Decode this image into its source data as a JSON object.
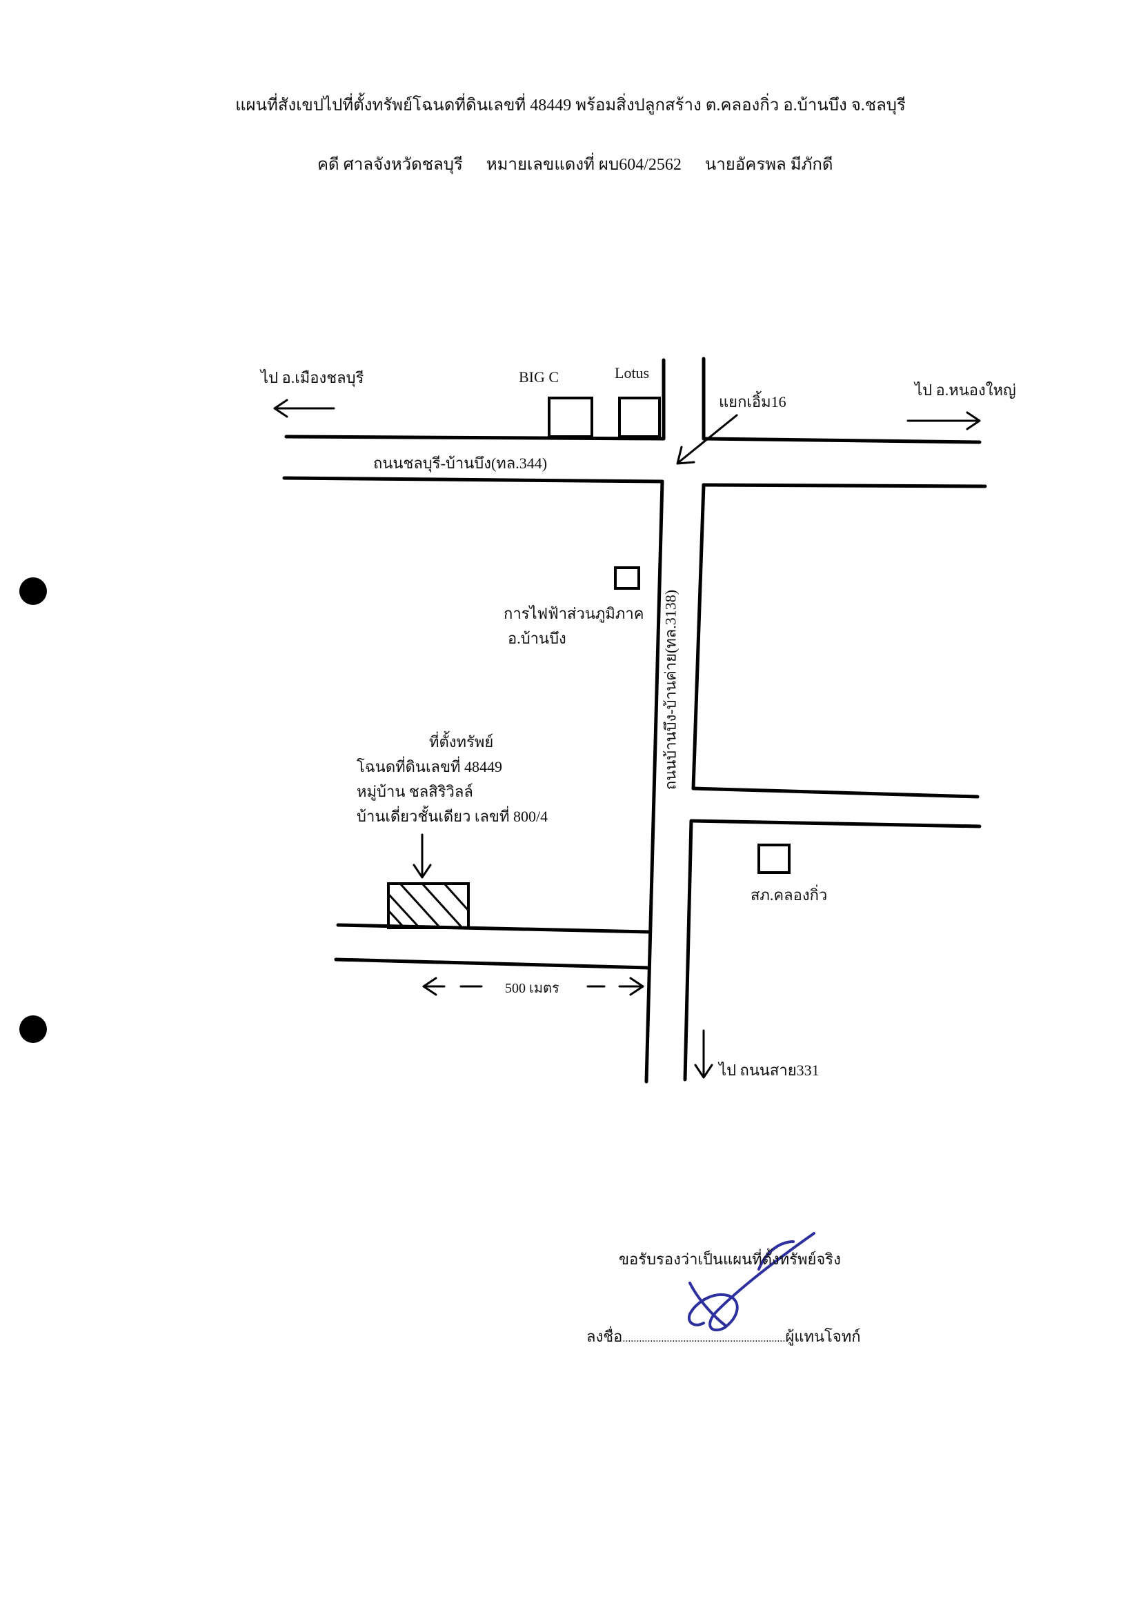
{
  "header": {
    "title": "แผนที่สังเขปไปที่ตั้งทรัพย์โฉนดที่ดินเลขที่ 48449 พร้อมสิ่งปลูกสร้าง ต.คลองกิ่ว อ.บ้านบึง จ.ชลบุรี",
    "case": "คดี ศาลจังหวัดชลบุรี",
    "red_case_no": "หมายเลขแดงที่ ผบ604/2562",
    "person": "นายอัครพล มีภักดี"
  },
  "map": {
    "to_chonburi": "ไป อ.เมืองชลบุรี",
    "to_nongyai": "ไป อ.หนองใหญ่",
    "big_c": "BIG C",
    "lotus": "Lotus",
    "junction": "แยกเอิ้ม16",
    "road_344": "ถนนชลบุรี-บ้านบึง(ทล.344)",
    "road_3138": "ถนนบ้านบึง-บ้านค่าย(ทล.3138)",
    "pea_line1": "การไฟฟ้าส่วนภูมิภาค",
    "pea_line2": "อ.บ้านบึง",
    "property": {
      "line1": "ที่ตั้งทรัพย์",
      "line2": "โฉนดที่ดินเลขที่ 48449",
      "line3": "หมู่บ้าน ชลสิริวิลล์",
      "line4": "บ้านเดี่ยวชั้นเดียว เลขที่ 800/4"
    },
    "distance": "500 เมตร",
    "police": "สภ.คลองกิ่ว",
    "to_road331": "ไป ถนนสาย331"
  },
  "certification": {
    "statement": "ขอรับรองว่าเป็นแผนที่ตั้งทรัพย์จริง",
    "sign_prefix": "ลงชื่อ",
    "sign_dots": "...........................................................",
    "sign_suffix": "ผู้แทนโจทก์"
  }
}
